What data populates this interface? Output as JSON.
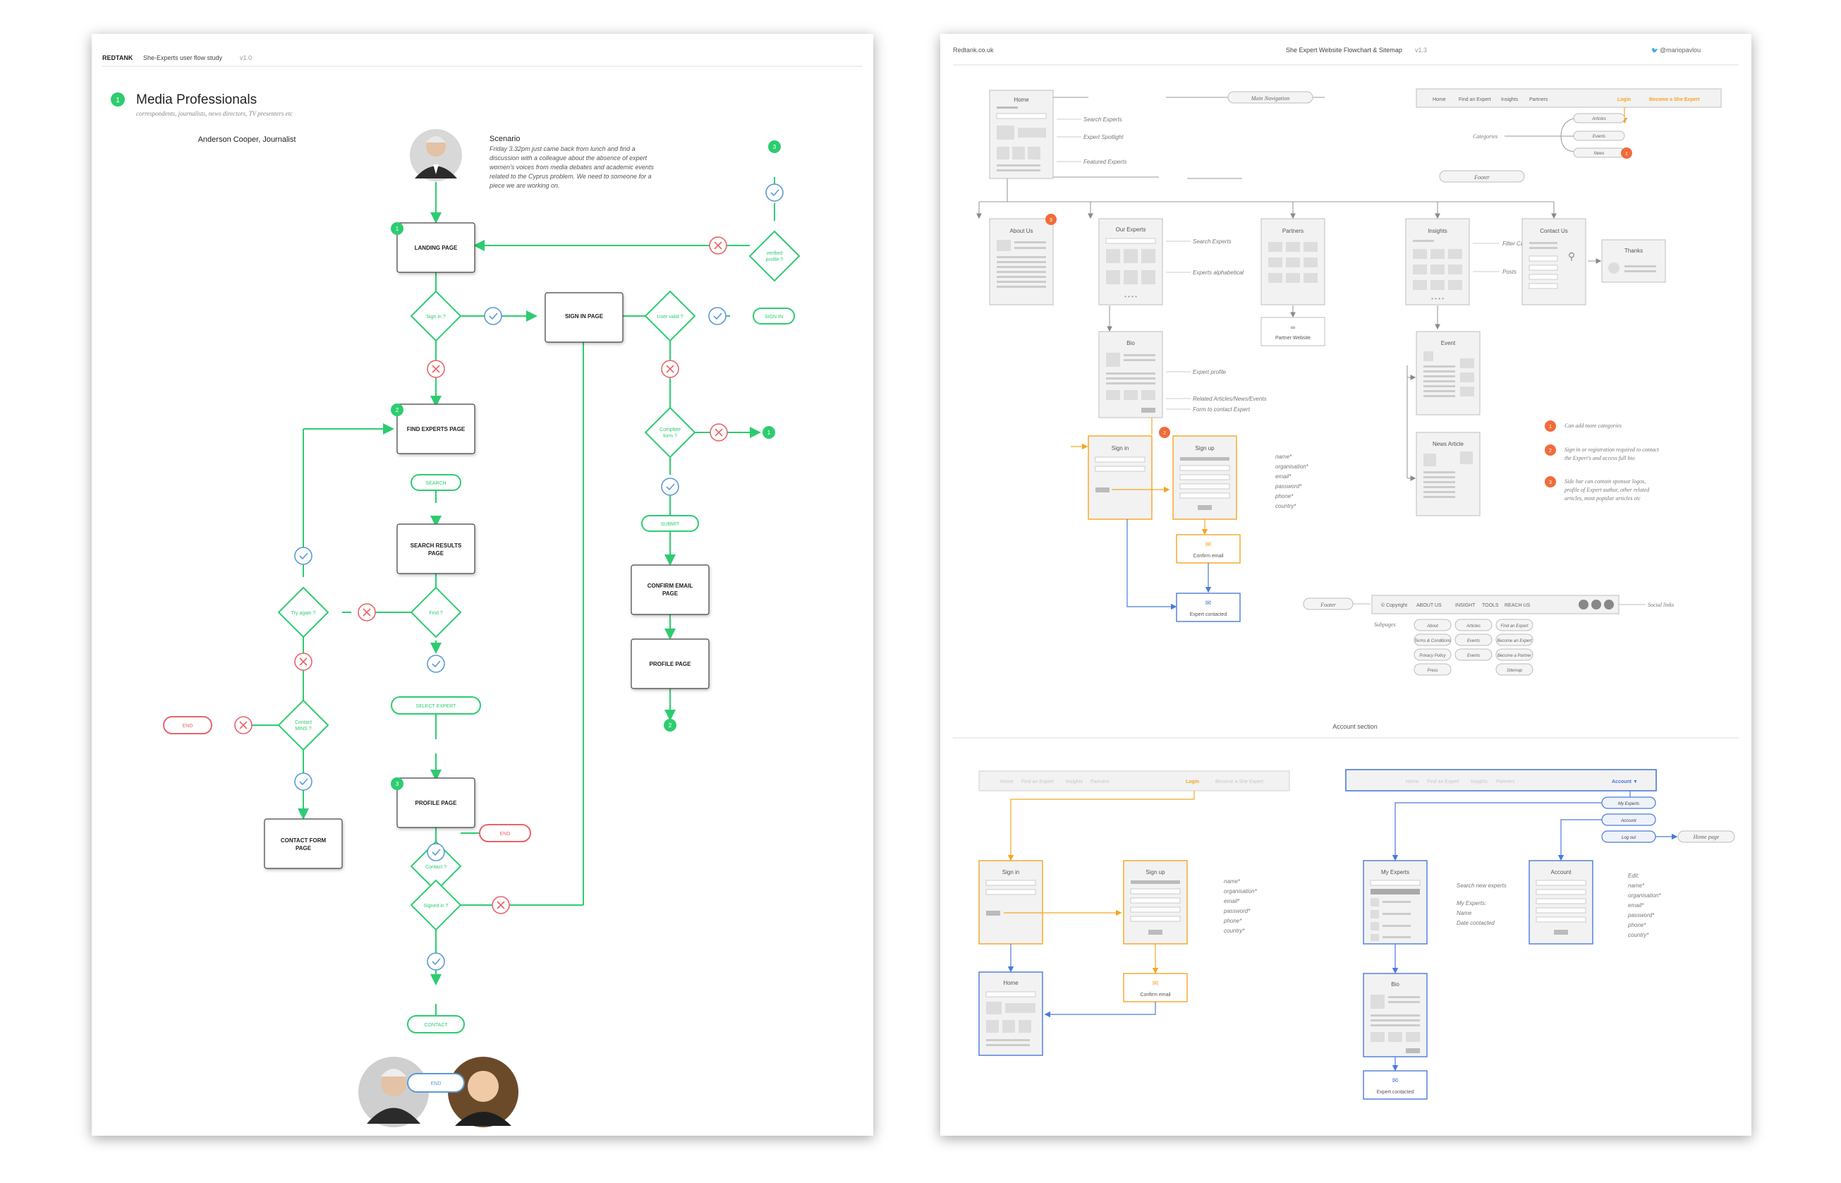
{
  "left": {
    "header": {
      "brand": "REDTANK",
      "title": "She-Experts user flow study",
      "version": "v1.0"
    },
    "persona_num": "1",
    "persona_title": "Media Professionals",
    "persona_subtitle": "correspondents, journalists, news directors, TV presenters etc",
    "persona_name": "Anderson Cooper, Journalist",
    "scenario_title": "Scenario",
    "scenario_lines": [
      "Friday 3.32pm just came back from lunch and find a",
      "discussion with a colleague about the absence of expert",
      "women's voices from media debates and academic events",
      "related to the Cyprus problem. We need to someone for a",
      "piece we are working on."
    ],
    "boxes": {
      "landing": "LANDING PAGE",
      "signin": "SIGN IN PAGE",
      "find_experts": "FIND EXPERTS PAGE",
      "search_results_1": "SEARCH RESULTS",
      "search_results_2": "PAGE",
      "confirm_1": "CONFIRM EMAIL",
      "confirm_2": "PAGE",
      "profile_right": "PROFILE PAGE",
      "profile": "PROFILE PAGE",
      "contact_form_1": "CONTACT FORM",
      "contact_form_2": "PAGE"
    },
    "decisions": {
      "signin_q": "Sign in ?",
      "user_valid": "User valid ?",
      "verified_1": "verified",
      "verified_2": "profile ?",
      "complete_1": "Complete",
      "complete_2": "form ?",
      "try_again": "Try again ?",
      "find": "Find ?",
      "contact_mins_1": "Contact",
      "contact_mins_2": "MINS ?",
      "contact_q": "Contact ?",
      "signed_in": "Signed in ?"
    },
    "pills": {
      "search": "SEARCH",
      "select_expert": "SELECT EXPERT",
      "contact": "CONTACT",
      "submit": "SUBMIT",
      "sign_in": "SIGN IN",
      "end": "END"
    },
    "step_numbers": [
      "1",
      "2",
      "3"
    ]
  },
  "right": {
    "header": {
      "site": "Redtank.co.uk",
      "title": "She Expert Website Flowchart & Sitemap",
      "version": "v1.3",
      "twitter": "@mariopavlou"
    },
    "nav_tag": "Main Navigation",
    "footer_tag": "Footer",
    "nav_items": [
      "Home",
      "Find an Expert",
      "Insights",
      "Partners"
    ],
    "login": "Login",
    "become": "Become a She Expert",
    "categories_label": "Categories",
    "categories": [
      "Articles",
      "Events",
      "News"
    ],
    "home_annotations": [
      "Search Experts",
      "Expert Spotlight",
      "Featured Experts"
    ],
    "pages": {
      "home": "Home",
      "about": "About Us",
      "our_experts": "Our Experts",
      "partners": "Partners",
      "insights": "Insights",
      "contact": "Contact Us",
      "thanks": "Thanks",
      "bio": "Bio",
      "partner_website": "Partner Website",
      "event": "Event",
      "news_article": "News Article",
      "sign_in": "Sign in",
      "sign_up": "Sign up",
      "confirm_email": "Confirm email",
      "expert_contacted": "Expert contacted"
    },
    "experts_annotations": [
      "Search Experts",
      "Experts alphabetical"
    ],
    "insights_annotations": [
      "Filter Categories",
      "Posts"
    ],
    "bio_annotations": [
      "Expert profile",
      "Related Articles/News/Events",
      "Form to contact Expert"
    ],
    "signup_fields": [
      "name*",
      "organisation*",
      "email*",
      "password*",
      "phone*",
      "country*"
    ],
    "notes": [
      {
        "num": "1",
        "lines": [
          "Can add more categories"
        ]
      },
      {
        "num": "2",
        "lines": [
          "Sign in or registration required to contact",
          "the Expert's and access full bio"
        ]
      },
      {
        "num": "3",
        "lines": [
          "Side bar can contain sponsor logos,",
          "profile of Expert author, other related",
          "articles, most popular articles etc"
        ]
      }
    ],
    "footer_bar": [
      "© Copyright",
      "ABOUT US",
      "INSIGHT",
      "TOOLS",
      "REACH US"
    ],
    "social_links": "Social links",
    "subpages_label": "Subpages",
    "subpages": [
      [
        "About",
        "Articles",
        "Find an Expert"
      ],
      [
        "Terms & Conditions",
        "Events",
        "Become an Expert"
      ],
      [
        "Privacy Policy",
        "Events",
        "Become a Partner"
      ],
      [
        "Press",
        "",
        "Sitemap"
      ]
    ],
    "account_section": "Account section",
    "account_nav_left": [
      "Home",
      "Find an Expert",
      "Insights",
      "Partners"
    ],
    "account_login": "Login",
    "account_become": "Become a She Expert",
    "account_nav_right": [
      "Home",
      "Find an Expert",
      "Insights",
      "Partners"
    ],
    "account_dropdown": "Account ▼",
    "account_menu": [
      "My Experts",
      "Account",
      "Log out"
    ],
    "home_page_tag": "Home page",
    "account_pages": {
      "sign_in": "Sign in",
      "sign_up": "Sign up",
      "home": "Home",
      "confirm_email": "Confirm email",
      "my_experts": "My Experts",
      "account": "Account",
      "bio": "Bio",
      "expert_contacted": "Expert contacted"
    },
    "my_experts_annotations": [
      "Search new experts",
      "My Experts:",
      "Name",
      "Date contacted"
    ],
    "edit_fields": [
      "Edit:",
      "name*",
      "organisation*",
      "email*",
      "password*",
      "phone*",
      "country*"
    ]
  },
  "colors": {
    "green": "#2dcc70",
    "red": "#e8636b",
    "blue": "#5b9ad6",
    "orange": "#f5a623",
    "grey": "#9a9a9a",
    "note": "#f26b3a",
    "account_blue": "#4a7bd8"
  }
}
